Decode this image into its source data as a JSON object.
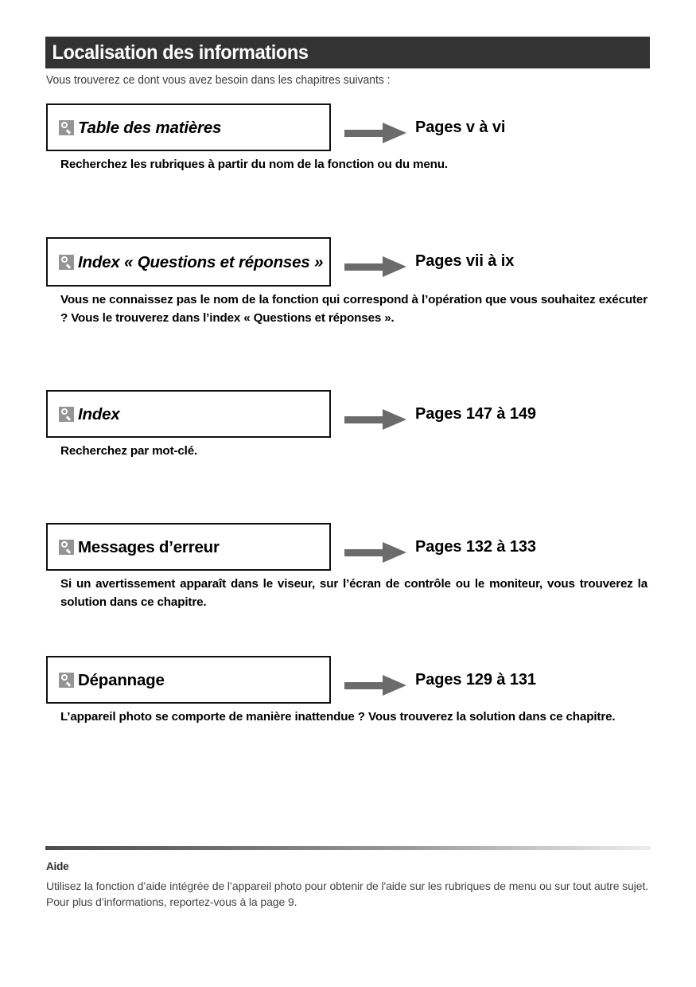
{
  "document": {
    "header_title": "Localisation des informations",
    "intro": "Vous trouverez ce dont vous avez besoin dans les chapitres suivants :"
  },
  "icons": {
    "magnifier": "magnifier-icon",
    "arrow": "arrow-right-icon"
  },
  "sections": [
    {
      "label": "Table des matières",
      "pages": "Pages v à vi",
      "body": "Recherchez les rubriques à partir du nom de la fonction ou du menu."
    },
    {
      "label": "Index « Questions et réponses »",
      "pages": "Pages vii à ix",
      "body": "Vous ne connaissez pas le nom de la fonction qui correspond à l’opération que vous souhaitez exécuter ? Vous le trouverez dans l’index « Questions et réponses »."
    },
    {
      "label": "Index",
      "pages": "Pages 147 à 149",
      "body": "Recherchez par mot-clé."
    },
    {
      "label": "Messages d’erreur",
      "pages": "Pages 132 à 133",
      "body": "Si un avertissement apparaît dans le viseur, sur l’écran de contrôle ou le moniteur, vous trouverez la solution dans ce chapitre."
    },
    {
      "label": "Dépannage",
      "pages": "Pages 129 à 131",
      "body": "L’appareil photo se comporte de manière inattendue ? Vous trouverez la solution dans ce chapitre."
    }
  ],
  "footer": {
    "title": "Aide",
    "text": "Utilisez la fonction d’aide intégrée de l’appareil photo pour obtenir de l'aide sur les rubriques de menu ou sur tout autre sujet. Pour plus d’informations, reportez-vous à la page 9."
  },
  "colors": {
    "header_bg": "#333333",
    "arrow": "#6b6b6b",
    "icon_bg": "#949494",
    "box_border": "#111111"
  }
}
